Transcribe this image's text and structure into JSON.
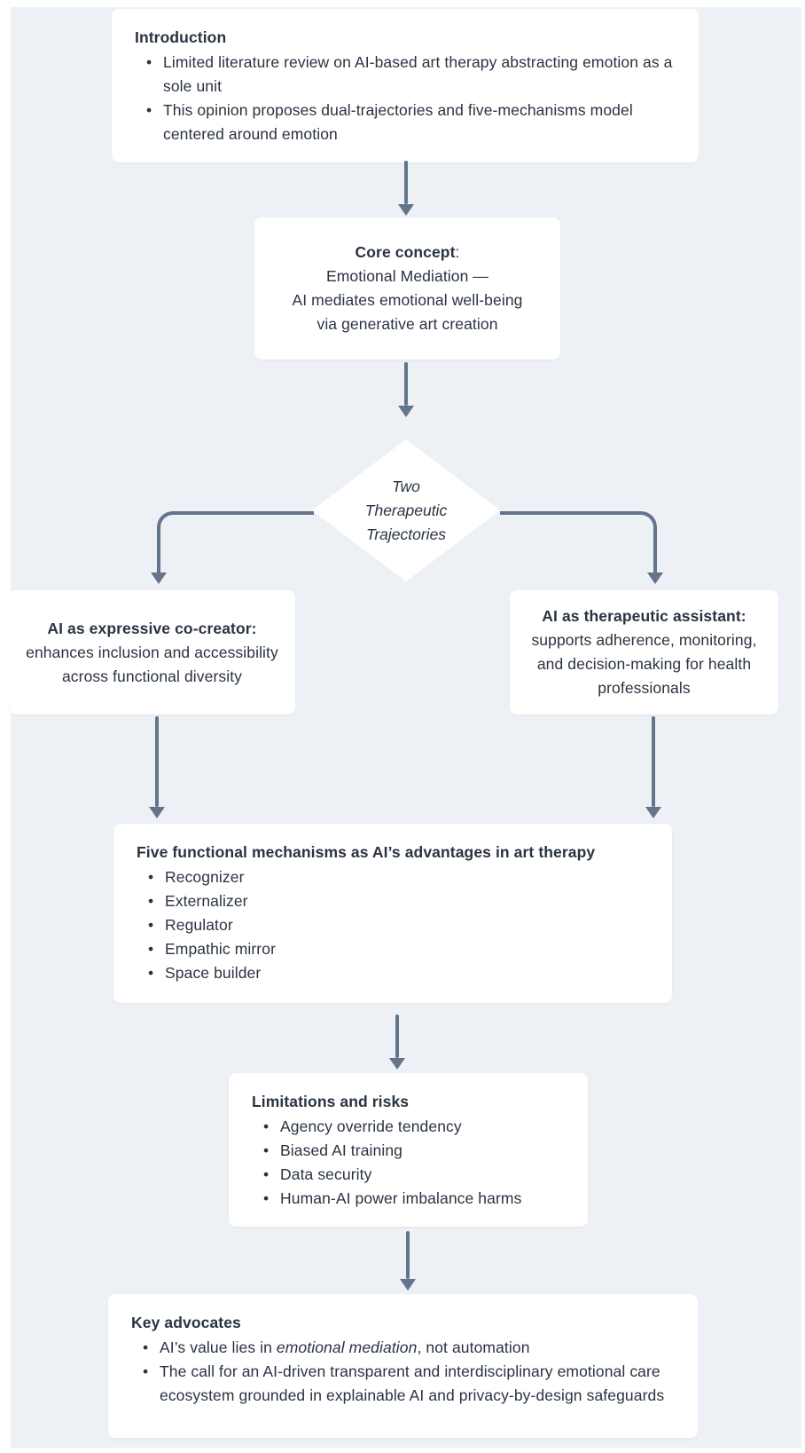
{
  "colors": {
    "canvas_bg": "#edf1f5",
    "box_bg": "#ffffff",
    "text": "#2a3342",
    "arrow": "#64748b"
  },
  "nodes": {
    "introduction": {
      "title": "Introduction",
      "bullets": [
        "Limited literature review on AI-based art therapy abstracting emotion as a sole unit",
        "This opinion proposes dual-trajectories and five-mechanisms model centered around emotion"
      ]
    },
    "core_concept": {
      "title": "Core concept",
      "colon": ":",
      "lines": [
        "Emotional Mediation —",
        "AI mediates emotional well-being",
        "via generative art creation"
      ]
    },
    "decision": {
      "lines": [
        "Two",
        "Therapeutic",
        "Trajectories"
      ]
    },
    "left_branch": {
      "title": "AI as expressive co-creator:",
      "body": "enhances inclusion and accessibility across functional diversity"
    },
    "right_branch": {
      "title": "AI as therapeutic assistant:",
      "body": "supports adherence, monitoring, and decision-making for health professionals"
    },
    "mechanisms": {
      "title": "Five functional mechanisms as AI’s advantages in art therapy",
      "bullets": [
        "Recognizer",
        "Externalizer",
        "Regulator",
        "Empathic mirror",
        "Space builder"
      ]
    },
    "limitations": {
      "title": "Limitations and risks",
      "bullets": [
        "Agency override tendency",
        "Biased AI training",
        "Data security",
        "Human-AI power imbalance harms"
      ]
    },
    "advocates": {
      "title": "Key advocates",
      "bullet1_pre": "AI’s value lies in ",
      "bullet1_italic": "emotional mediation",
      "bullet1_post": ", not automation",
      "bullet2": "The call for an AI-driven transparent and interdisciplinary emotional care ecosystem grounded in explainable AI and privacy-by-design safeguards"
    }
  }
}
